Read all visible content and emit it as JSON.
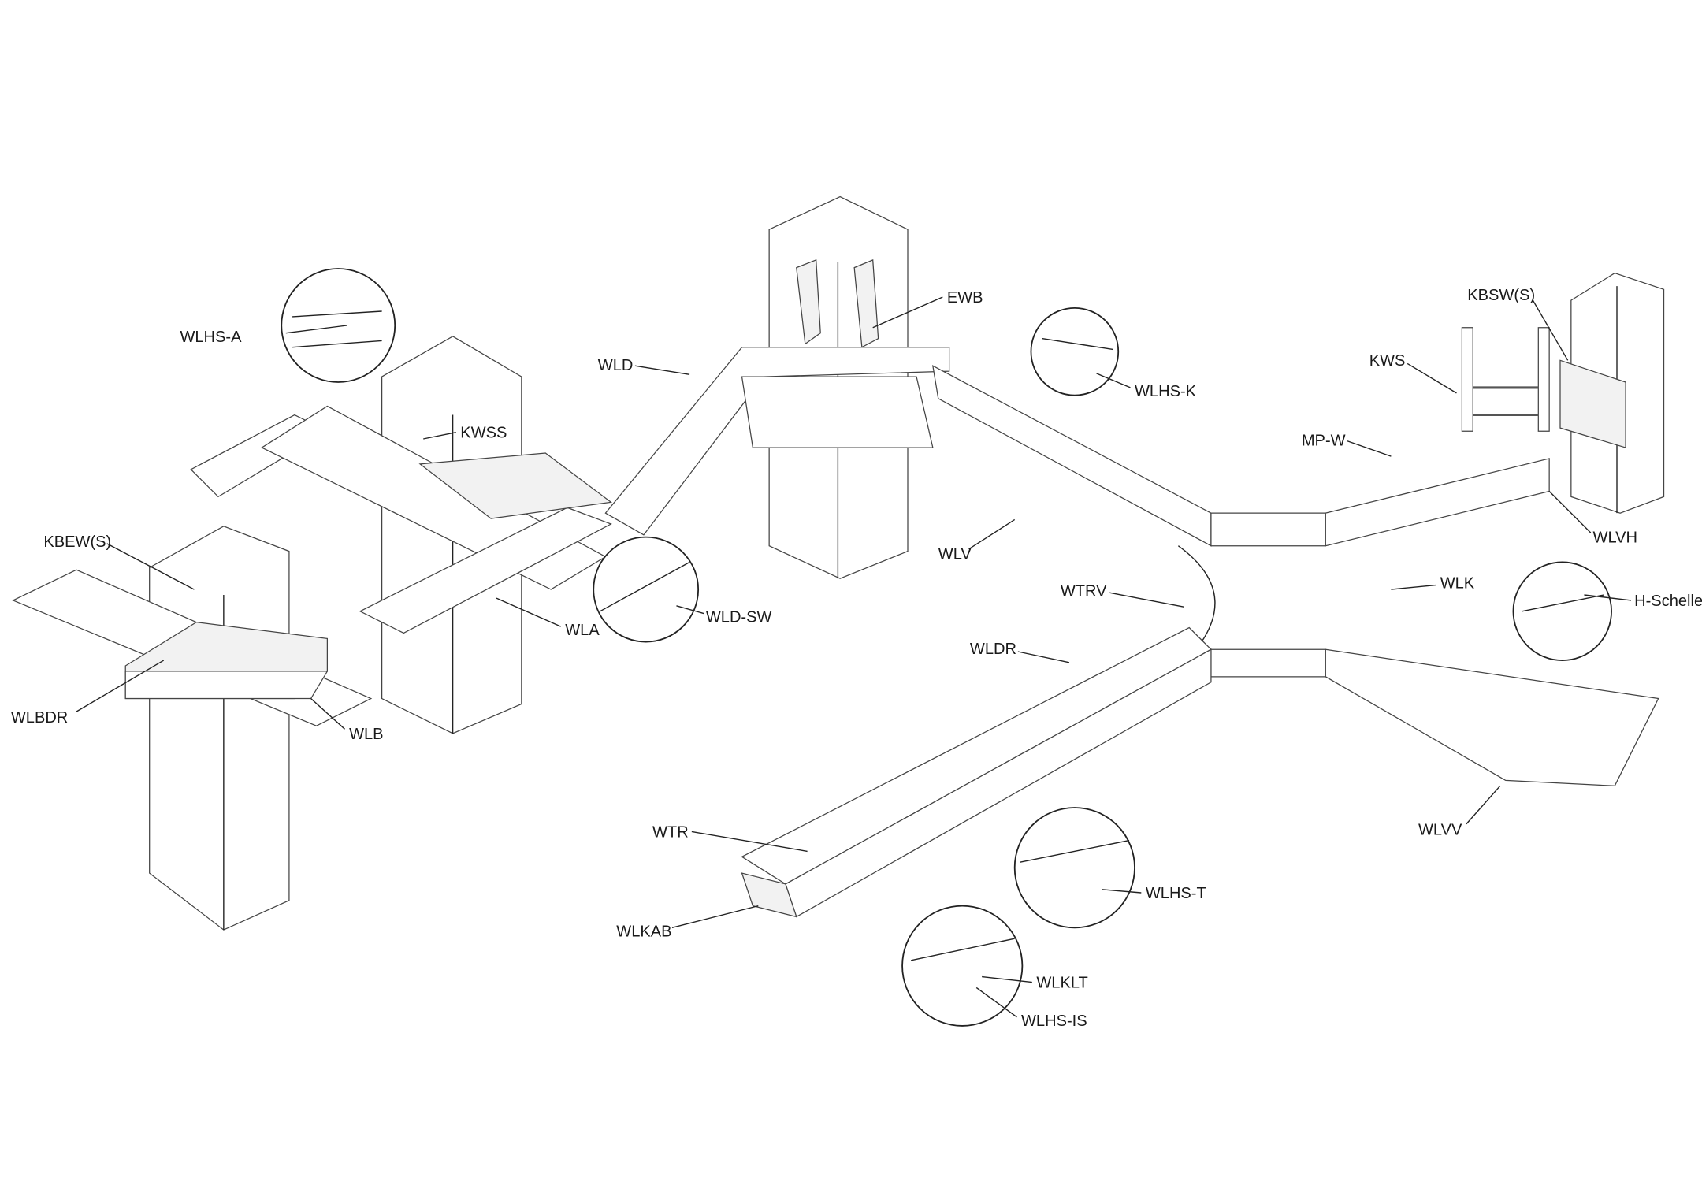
{
  "diagram": {
    "type": "isometric cable ladder system overview",
    "labels": {
      "wlhs_a": "WLHS-A",
      "kwss": "KWSS",
      "wld": "WLD",
      "ewb": "EWB",
      "wlhs_k": "WLHS-K",
      "kbsw_s": "KBSW(S)",
      "kws": "KWS",
      "mp_w": "MP-W",
      "wlvh": "WLVH",
      "kbew_s": "KBEW(S)",
      "wlv": "WLV",
      "wld_sw": "WLD-SW",
      "wla": "WLA",
      "wtrv": "WTRV",
      "wlk": "WLK",
      "h_schelle": "H-Schelle",
      "wldr": "WLDR",
      "wlbdr": "WLBDR",
      "wlb": "WLB",
      "wlvv": "WLVV",
      "wtr": "WTR",
      "wlhs_t": "WLHS-T",
      "wlkab": "WLKAB",
      "wlklt": "WLKLT",
      "wlhs_is": "WLHS-IS"
    }
  }
}
